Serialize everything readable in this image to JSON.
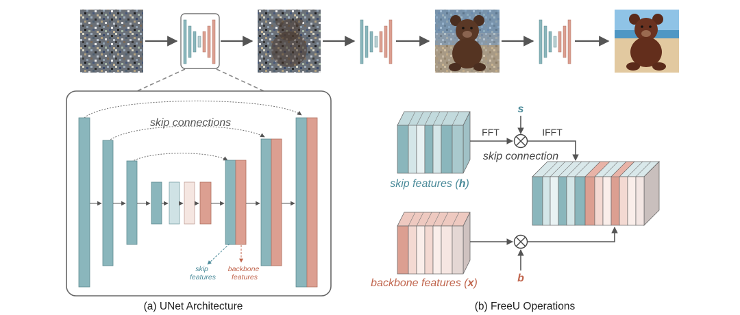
{
  "colors": {
    "teal": "#8ab6bc",
    "teal_light": "#cfe2e5",
    "teal_text": "#4a8a99",
    "salmon": "#dc9f91",
    "salmon_light": "#f3dcd6",
    "salmon_text": "#c0654d",
    "arrow": "#555555",
    "frame": "#666666"
  },
  "pipeline": {
    "images": [
      "pure-noise",
      "partially-denoised-bear",
      "noisy-teddy-bear",
      "clean-teddy-bear-on-beach"
    ]
  },
  "unet": {
    "skip_connections_label": "skip connections",
    "skip_features_label": [
      "skip",
      "features"
    ],
    "backbone_features_label": [
      "backbone",
      "features"
    ],
    "caption": "(a) UNet Architecture"
  },
  "freeu": {
    "s_label": "s",
    "b_label": "b",
    "fft_label": "FFT",
    "ifft_label": "IFFT",
    "skip_connection_label": "skip connection",
    "skip_features_label_prefix": "skip features (",
    "skip_features_label_var": "h",
    "skip_features_label_suffix": ")",
    "backbone_features_label_prefix": "backbone features (",
    "backbone_features_label_var": "x",
    "backbone_features_label_suffix": ")",
    "caption": "(b) FreeU Operations"
  }
}
